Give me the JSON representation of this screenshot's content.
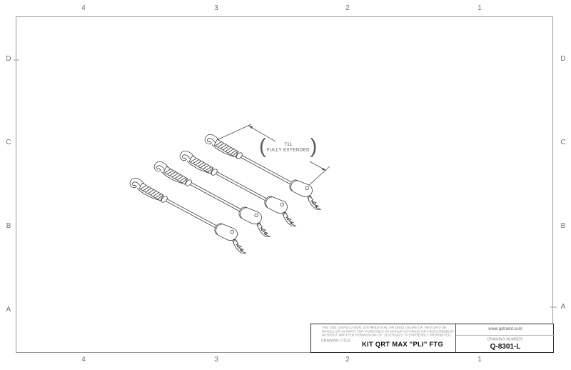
{
  "sheet": {
    "background": "#ffffff",
    "frame_color": "#9a9a9a",
    "line_color": "#3f3f3f",
    "zone_columns": [
      "4",
      "3",
      "2",
      "1"
    ],
    "zone_rows": [
      "D",
      "C",
      "B",
      "A"
    ]
  },
  "drawing": {
    "description": "Four tie-down strap assemblies with hooks, webbing and retractor fittings, isometric view",
    "assembly_count": 4,
    "dimension": {
      "paren_open": "(",
      "value": "711",
      "note": "FULLY EXTENDED",
      "paren_close": ")"
    }
  },
  "title_block": {
    "legal": [
      "THE USE, DUPLICATION, DISTRIBUTION, OR DISCLOSURE OF THIS DATA (IN",
      "WHOLE OR IN PART) FOR PURPOSES OF MANUFACTURING OR PROCUREMENT",
      "WITHOUT WRITTEN PERMISSION OF \"Q'STRAINT\" IS EXPRESSLY PROHIBITED."
    ],
    "drawing_title_label": "DRAWING TITLE:",
    "drawing_title": "KIT QRT MAX \"PLI\" FTG",
    "website": "www.qstraint.com",
    "drawing_number_label": "DRAWING NUMBER:",
    "drawing_number": "Q-8301-L"
  }
}
